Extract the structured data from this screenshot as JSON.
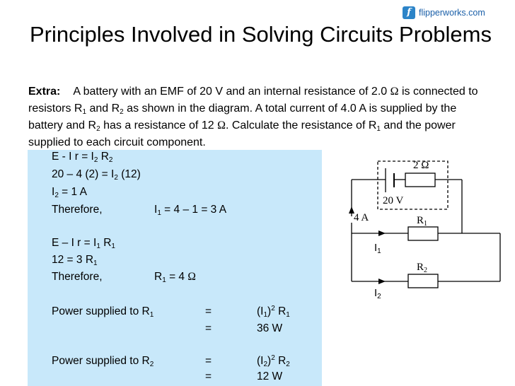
{
  "brand": {
    "logo_letter": "f",
    "text": "flipperworks.com"
  },
  "title": "Principles Involved in Solving Circuits Problems",
  "problem": {
    "label": "Extra:",
    "s1": "A battery with an EMF of 20 V and an internal resistance of 2.0 ",
    "ohm1": "Ω",
    "s2": " is connected to resistors R",
    "sub1": "1",
    "s3": " and R",
    "sub2": "2",
    "s4": " as shown in the diagram. A total current of 4.0 A is supplied by the battery and R",
    "sub3": "2",
    "s5": " has a resistance of 12 ",
    "ohm2": "Ω",
    "s6": ". Calculate the resistance of R",
    "sub4": "1",
    "s7": " and the power supplied to each circuit component."
  },
  "solution": {
    "l1": {
      "a": "E - I r = I",
      "s1": "2",
      "b": " R",
      "s2": "2"
    },
    "l2": {
      "a": "20 – 4 (2) = I",
      "s1": "2",
      "b": " (12)"
    },
    "l3": {
      "a": "I",
      "s1": "2",
      "b": " = 1 A"
    },
    "l4": {
      "a": "Therefore,",
      "c": "I",
      "s1": "1",
      "d": " = 4 – 1 = 3 A"
    },
    "l5": {
      "a": "E – I r = I",
      "s1": "1",
      "b": " R",
      "s2": "1"
    },
    "l6": {
      "a": "12 = 3 R",
      "s1": "1"
    },
    "l7": {
      "a": "Therefore,",
      "c": "R",
      "s1": "1",
      "d": " = 4 ",
      "ohm": "Ω"
    },
    "p1": {
      "label": "Power supplied to R",
      "s": "1",
      "eq1": "=",
      "f_a": "(I",
      "f_s": "1",
      "f_b": ")",
      "f_sup": "2",
      "f_c": " R",
      "f_s2": "1",
      "eq2": "=",
      "v": "36 W"
    },
    "p2": {
      "label": "Power supplied to R",
      "s": "2",
      "eq1": "=",
      "f_a": "(I",
      "f_s": "2",
      "f_b": ")",
      "f_sup": "2",
      "f_c": " R",
      "f_s2": "2",
      "eq2": "=",
      "v": "12 W"
    }
  },
  "diagram": {
    "resistance_label": "2 Ω",
    "emf_label": "20 V",
    "current_label": "4 A",
    "r1_label": "R",
    "r1_sub": "1",
    "r2_label": "R",
    "r2_sub": "2",
    "i1_label": "I",
    "i1_sub": "1",
    "i2_label": "I",
    "i2_sub": "2"
  }
}
